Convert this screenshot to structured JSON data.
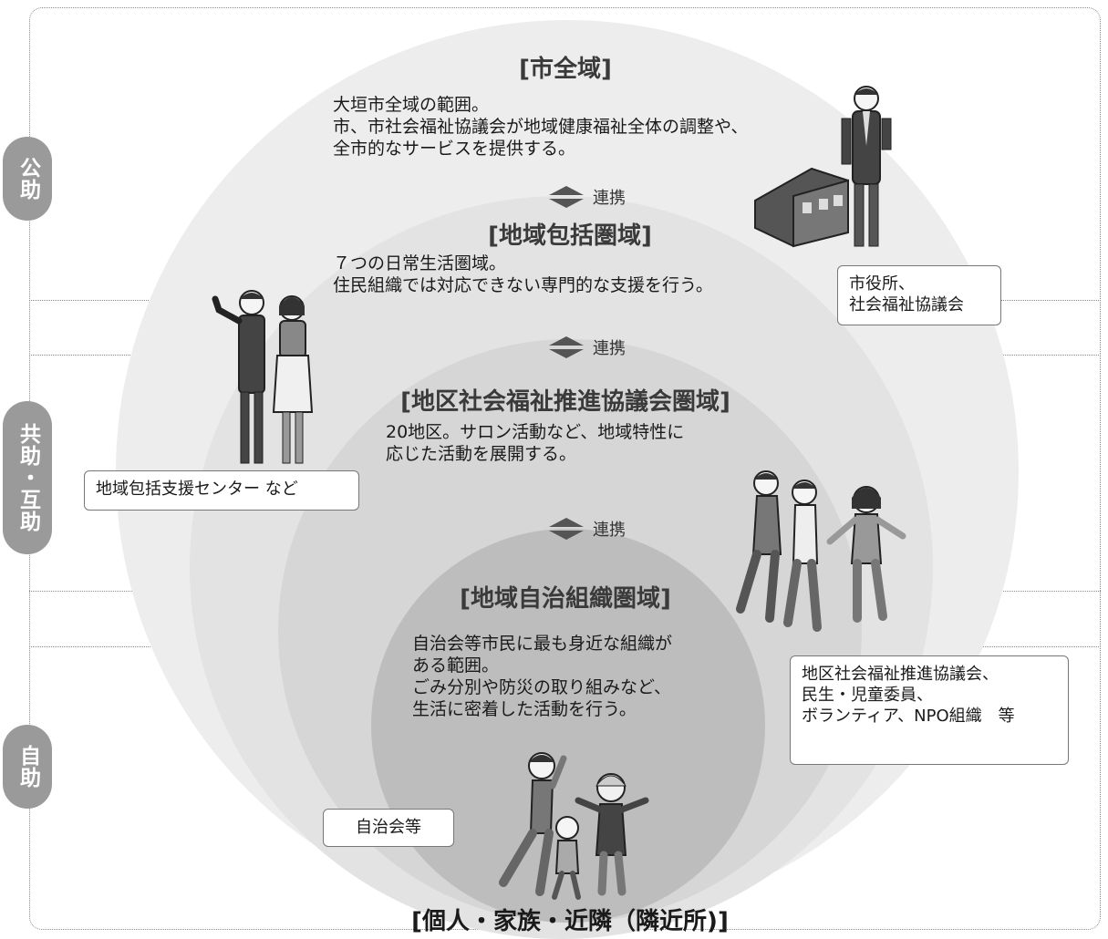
{
  "side_labels": {
    "public": "公助",
    "mutual": "共助・互助",
    "self": "自助"
  },
  "zones": {
    "city": {
      "title": "[市全域]",
      "text": "大垣市全域の範囲。\n市、市社会福祉協議会が地域健康福祉全体の調整や、\n全市的なサービスを提供する。"
    },
    "comprehensive": {
      "title": "[地域包括圏域]",
      "text": "７つの日常生活圏域。\n住民組織では対応できない専門的な支援を行う。"
    },
    "district": {
      "title": "[地区社会福祉推進協議会圏域]",
      "text": "20地区。サロン活動など、地域特性に\n応じた活動を展開する。"
    },
    "community": {
      "title": "[地域自治組織圏域]",
      "text": "自治会等市民に最も身近な組織が\nある範囲。\nごみ分別や防災の取り組みなど、\n生活に密着した活動を行う。"
    },
    "individual": {
      "title": "[個人・家族・近隣（隣近所)]"
    }
  },
  "links": {
    "renkei_1": "連携",
    "renkei_2": "連携",
    "renkei_3": "連携"
  },
  "boxes": {
    "city_office": "市役所、\n社会福祉協議会",
    "support_center": "地域包括支援センター など",
    "district_council": "地区社会福祉推進協議会、\n民生・児童委員、\nボランティア、NPO組織　等",
    "neighborhood": "自治会等"
  },
  "colors": {
    "outer_circle": "#ededed",
    "circle_2": "#e3e3e3",
    "circle_3": "#d6d6d6",
    "inner_circle": "#bdbdbd",
    "pill": "#9a9a9a"
  }
}
